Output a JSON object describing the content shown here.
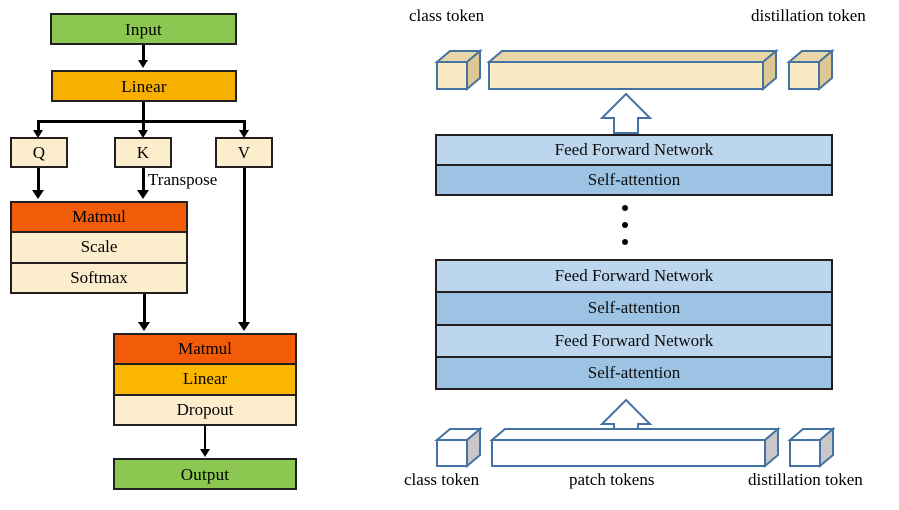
{
  "figure": {
    "title": "Transformer attention module and distillation token transformer encoder diagram",
    "colors": {
      "green": "#8cc751",
      "orange": "#f8b000",
      "amber": "#fbb700",
      "cream": "#fcedcd",
      "red_orange": "#f25c09",
      "block_outline": "#231f20",
      "ffn_blue": "#bcd6ed",
      "attention_blue": "#9cc3e3",
      "token_outline": "#4372a3",
      "token_face_cream": "#faeac4",
      "token_side_cream": "#e2cb95",
      "token_face_white": "#ffffff",
      "token_side_gray": "#c8c8c8",
      "arrow_outline": "#4372a3",
      "arrow_fill": "#ffffff",
      "line_black": "#000000"
    }
  },
  "left_panel": {
    "name": "self-attention-detail",
    "input_box": {
      "label": "Input",
      "color": "green"
    },
    "linear_box": {
      "label": "Linear",
      "color": "orange"
    },
    "qkv": [
      {
        "label": "Q",
        "color": "cream"
      },
      {
        "label": "K",
        "color": "cream"
      },
      {
        "label": "V",
        "color": "cream"
      }
    ],
    "transpose_label": "Transpose",
    "attention_stack": {
      "name": "scaled-dot-product-stack",
      "rows": [
        {
          "label": "Matmul",
          "color": "red"
        },
        {
          "label": "Scale",
          "color": "cream"
        },
        {
          "label": "Softmax",
          "color": "cream"
        }
      ]
    },
    "projection_stack": {
      "name": "output-projection-stack",
      "rows": [
        {
          "label": "Matmul",
          "color": "red"
        },
        {
          "label": "Linear",
          "color": "orange"
        },
        {
          "label": "Dropout",
          "color": "cream"
        }
      ]
    },
    "output_box": {
      "label": "Output",
      "color": "green"
    }
  },
  "right_panel": {
    "name": "transformer-encoder-stack",
    "top_labels": {
      "class_token": "class token",
      "distillation_token": "distillation token"
    },
    "bottom_labels": {
      "class_token": "class token",
      "patch_tokens": "patch tokens",
      "distillation_token": "distillation token"
    },
    "top_blocks": {
      "name": "last-encoder-block",
      "rows": [
        {
          "label": "Feed Forward Network",
          "color": "ffn"
        },
        {
          "label": "Self-attention",
          "color": "sa"
        }
      ]
    },
    "ellipsis": "⋮",
    "bottom_blocks": {
      "name": "first-encoder-blocks",
      "rows": [
        {
          "label": "Feed Forward Network",
          "color": "ffn"
        },
        {
          "label": "Self-attention",
          "color": "sa"
        },
        {
          "label": "Feed Forward Network",
          "color": "ffn"
        },
        {
          "label": "Self-attention",
          "color": "sa"
        }
      ]
    },
    "arrows": {
      "upper": "up-arrow",
      "lower": "up-arrow"
    }
  }
}
